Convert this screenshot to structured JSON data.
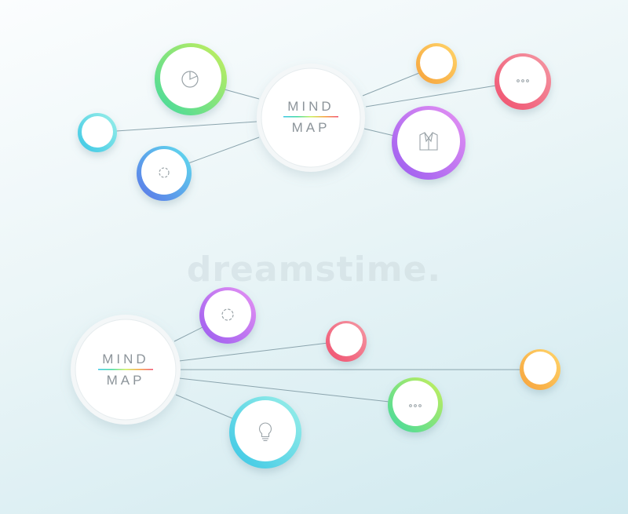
{
  "maps": [
    {
      "center": {
        "line1": "MIND",
        "line2": "MAP"
      }
    },
    {
      "center": {
        "line1": "MIND",
        "line2": "MAP"
      }
    }
  ],
  "watermark": "dreamstime.",
  "colors": {
    "green": [
      "#3fd9a0",
      "#c8ef5a"
    ],
    "cyan": [
      "#3ac6e6",
      "#9bf0e8"
    ],
    "blue": [
      "#5a73e8",
      "#5fe0ee"
    ],
    "orange": [
      "#f6a23b",
      "#ffd56a"
    ],
    "red": [
      "#f04f6e",
      "#f49aa5"
    ],
    "purple": [
      "#9a5cf0",
      "#e692f2"
    ],
    "line": "#8ba4ad"
  },
  "icons": {
    "pie": "pie-chart-icon",
    "ring": "spinner-ring-icon",
    "dots": "ellipsis-icon",
    "shirt": "suit-jacket-icon",
    "bulb": "lightbulb-icon"
  }
}
